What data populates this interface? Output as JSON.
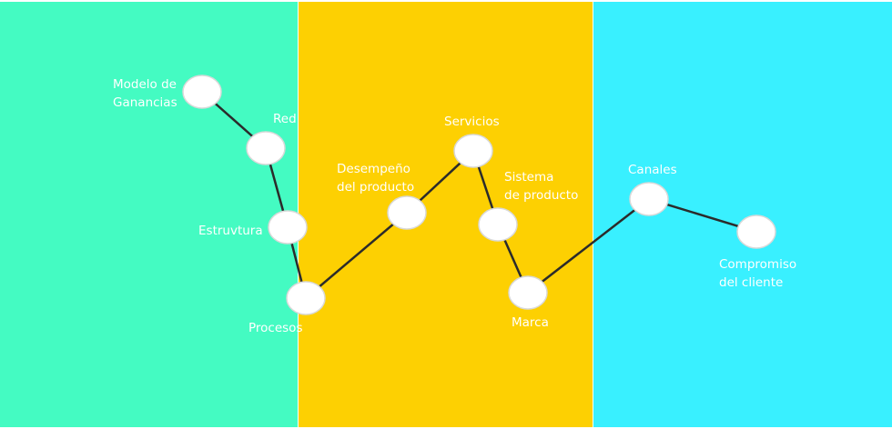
{
  "panels": [
    {
      "color": "#44fbc2"
    },
    {
      "color": "#fdd002"
    },
    {
      "color": "#39f0ff"
    }
  ],
  "node_style": {
    "fill": "#ffffff",
    "stroke": "#d9d9d9",
    "edge_color": "#2b2b2b"
  },
  "nodes": [
    {
      "id": "modelo",
      "label": "Modelo de\nGanancias"
    },
    {
      "id": "red",
      "label": "Red"
    },
    {
      "id": "estructura",
      "label": "Estruvtura"
    },
    {
      "id": "procesos",
      "label": "Procesos"
    },
    {
      "id": "desempeno",
      "label": "Desempeño\ndel producto"
    },
    {
      "id": "servicios",
      "label": "Servicios"
    },
    {
      "id": "sistema",
      "label": "Sistema\nde producto"
    },
    {
      "id": "marca",
      "label": "Marca"
    },
    {
      "id": "canales",
      "label": "Canales"
    },
    {
      "id": "compromiso",
      "label": "Compromiso\ndel cliente"
    }
  ],
  "edges": [
    [
      "modelo",
      "red"
    ],
    [
      "red",
      "estructura"
    ],
    [
      "estructura",
      "procesos"
    ],
    [
      "procesos",
      "desempeno"
    ],
    [
      "desempeno",
      "servicios"
    ],
    [
      "servicios",
      "sistema"
    ],
    [
      "sistema",
      "marca"
    ],
    [
      "marca",
      "canales"
    ],
    [
      "canales",
      "compromiso"
    ]
  ]
}
